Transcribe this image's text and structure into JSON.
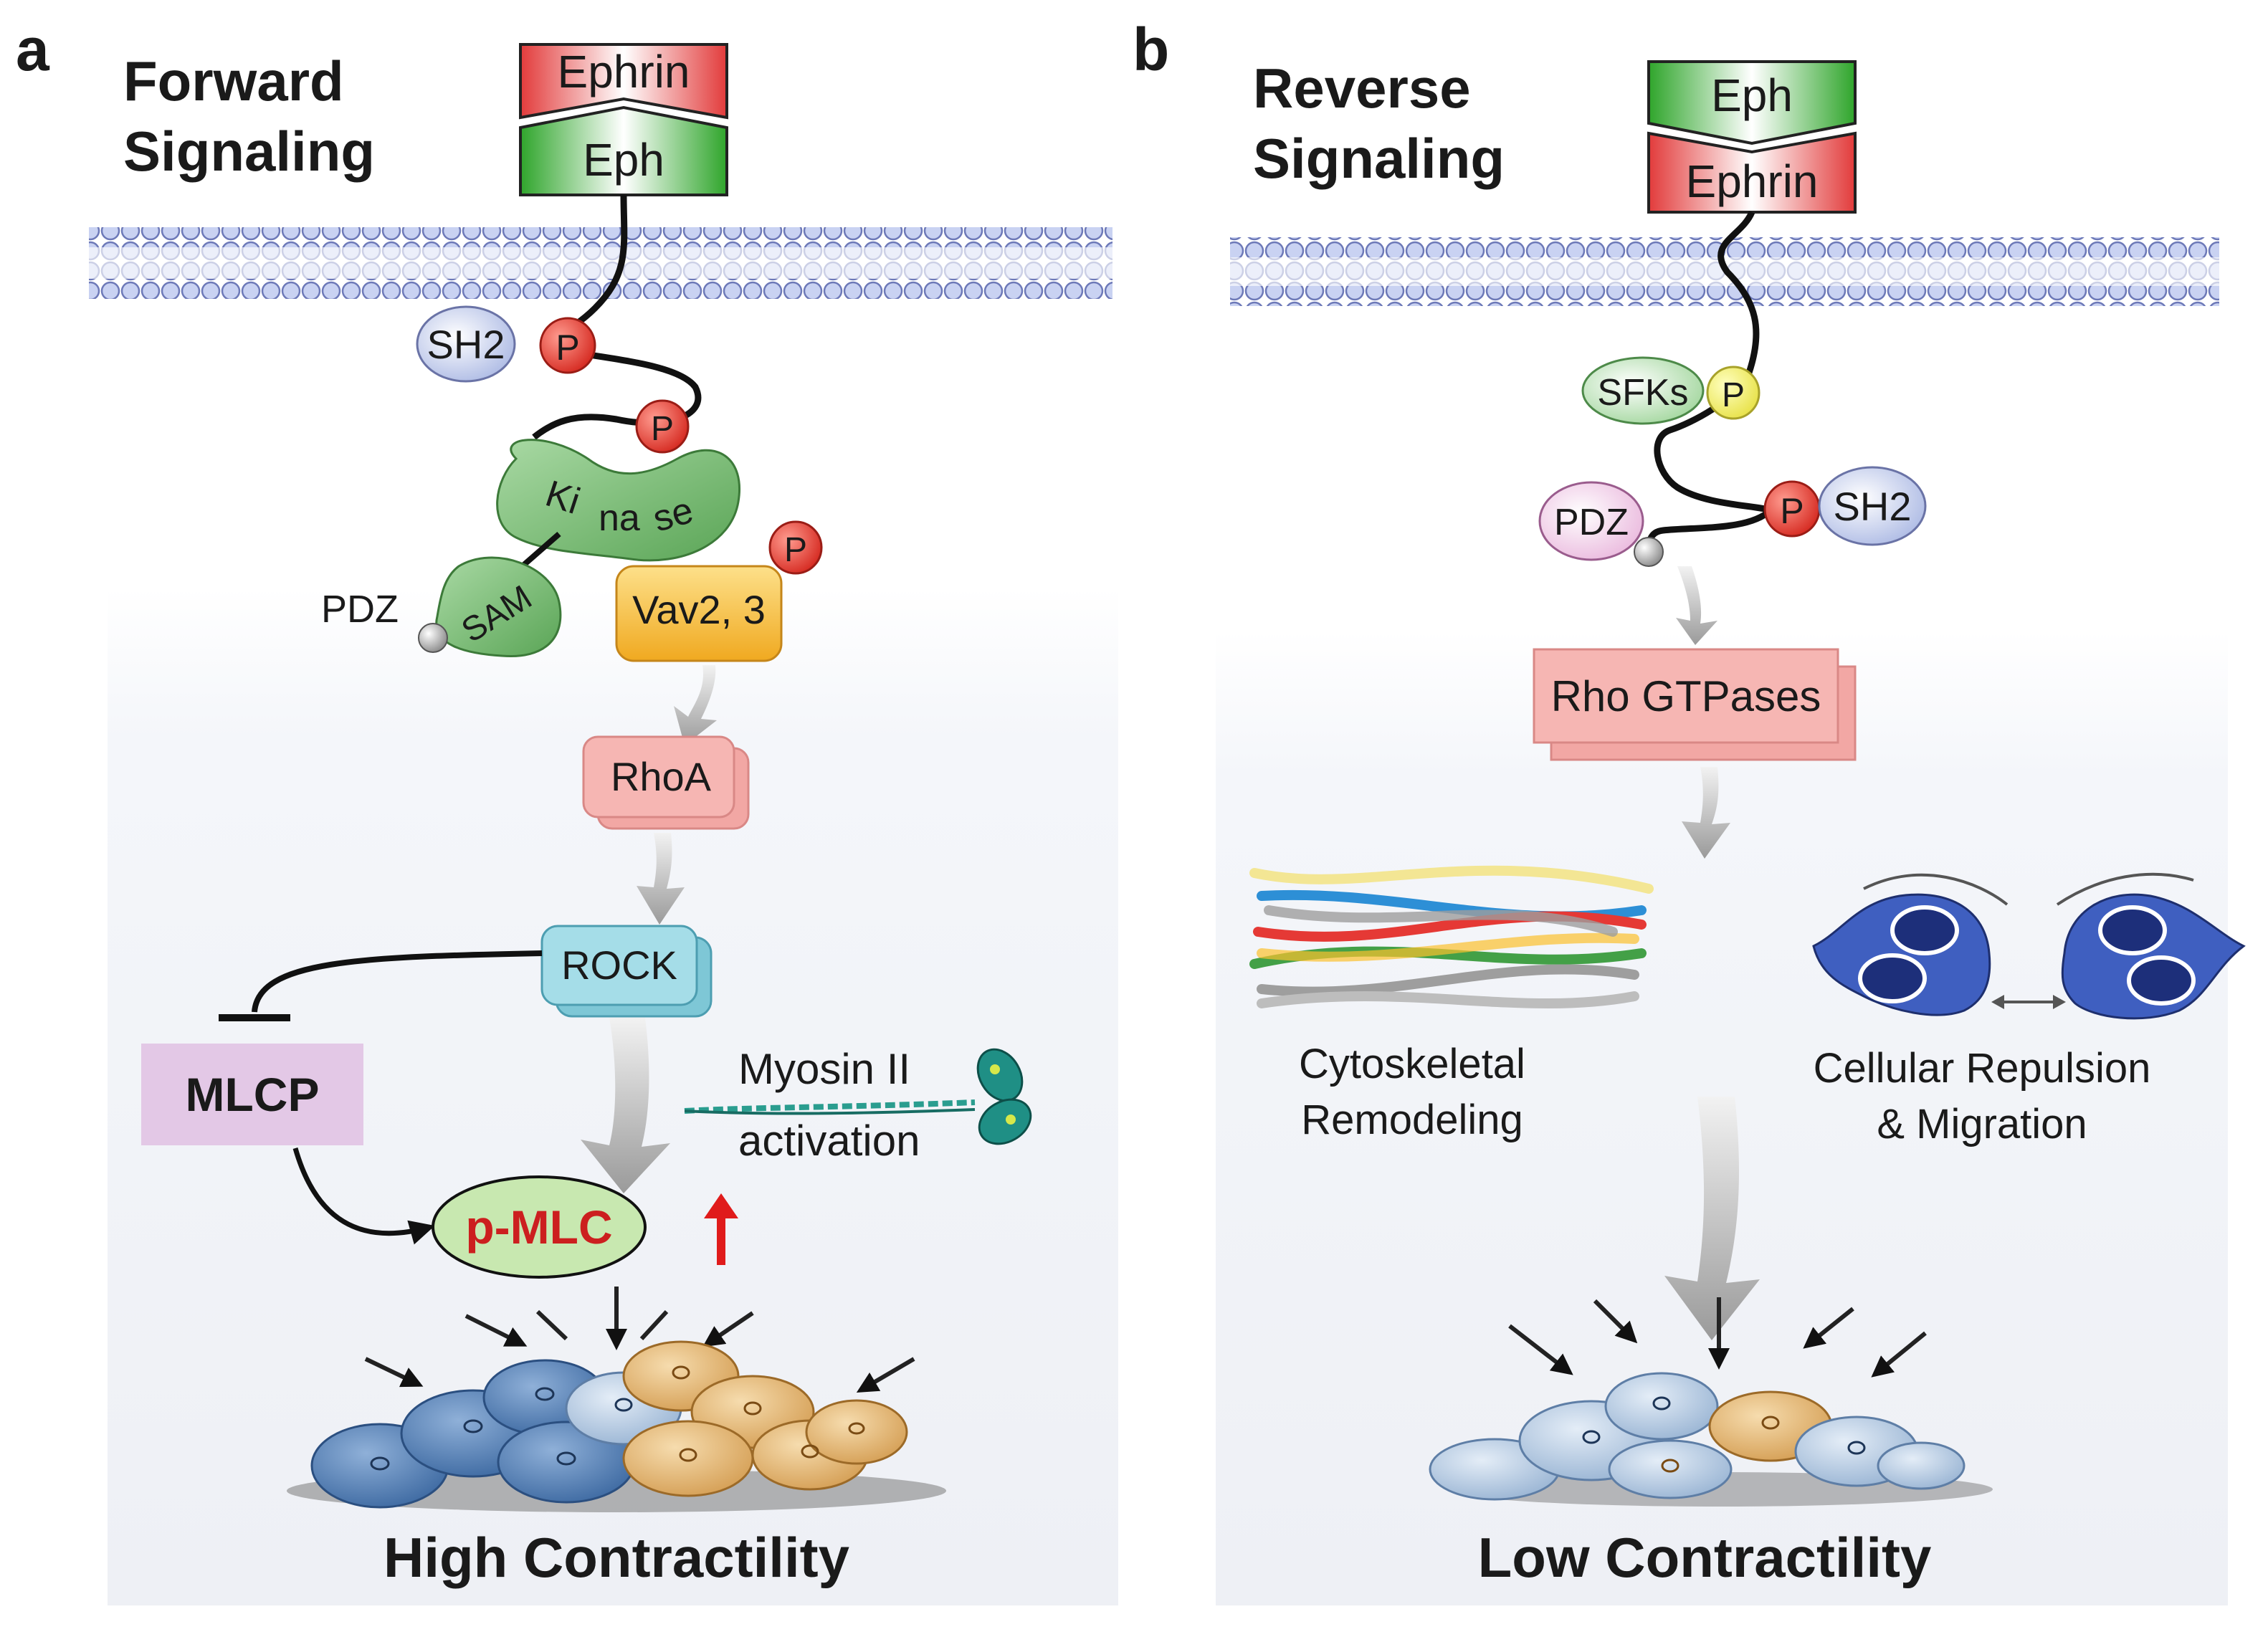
{
  "panel_a": {
    "letter": "a",
    "title_line1": "Forward",
    "title_line2": "Signaling",
    "ligand": "Ephrin",
    "receptor": "Eph",
    "sh2": "SH2",
    "p": "P",
    "kinase_1": "Ki",
    "kinase_2": "na",
    "kinase_3": "se",
    "sam": "SAM",
    "pdz": "PDZ",
    "vav": "Vav2, 3",
    "rhoa": "RhoA",
    "rock": "ROCK",
    "mlcp": "MLCP",
    "pmlc": "p-MLC",
    "myosin_line1": "Myosin II",
    "myosin_line2": "activation",
    "outcome": "High Contractility"
  },
  "panel_b": {
    "letter": "b",
    "title_line1": "Reverse",
    "title_line2": "Signaling",
    "receptor": "Eph",
    "ligand": "Ephrin",
    "sfks": "SFKs",
    "p": "P",
    "pdz": "PDZ",
    "sh2": "SH2",
    "rho_gtpases": "Rho GTPases",
    "cyto_line1": "Cytoskeletal",
    "cyto_line2": "Remodeling",
    "repulsion_line1": "Cellular Repulsion",
    "repulsion_line2": "& Migration",
    "outcome": "Low Contractility"
  },
  "colors": {
    "ephrin_red": "#e84b4b",
    "eph_green": "#3fae3a",
    "sh2_blue": "#c9d4f0",
    "phospho": "#e8473f",
    "kinase_green": "#7fbf7a",
    "vav_yellow": "#f5c242",
    "rho_pink": "#f2a7a4",
    "rock_cyan": "#8fd3e0",
    "mlcp_lilac": "#e3c8e6",
    "pmlc_green": "#c8e8b0",
    "pmlc_text": "#cc1f1f",
    "membrane": "#aab6e6"
  }
}
